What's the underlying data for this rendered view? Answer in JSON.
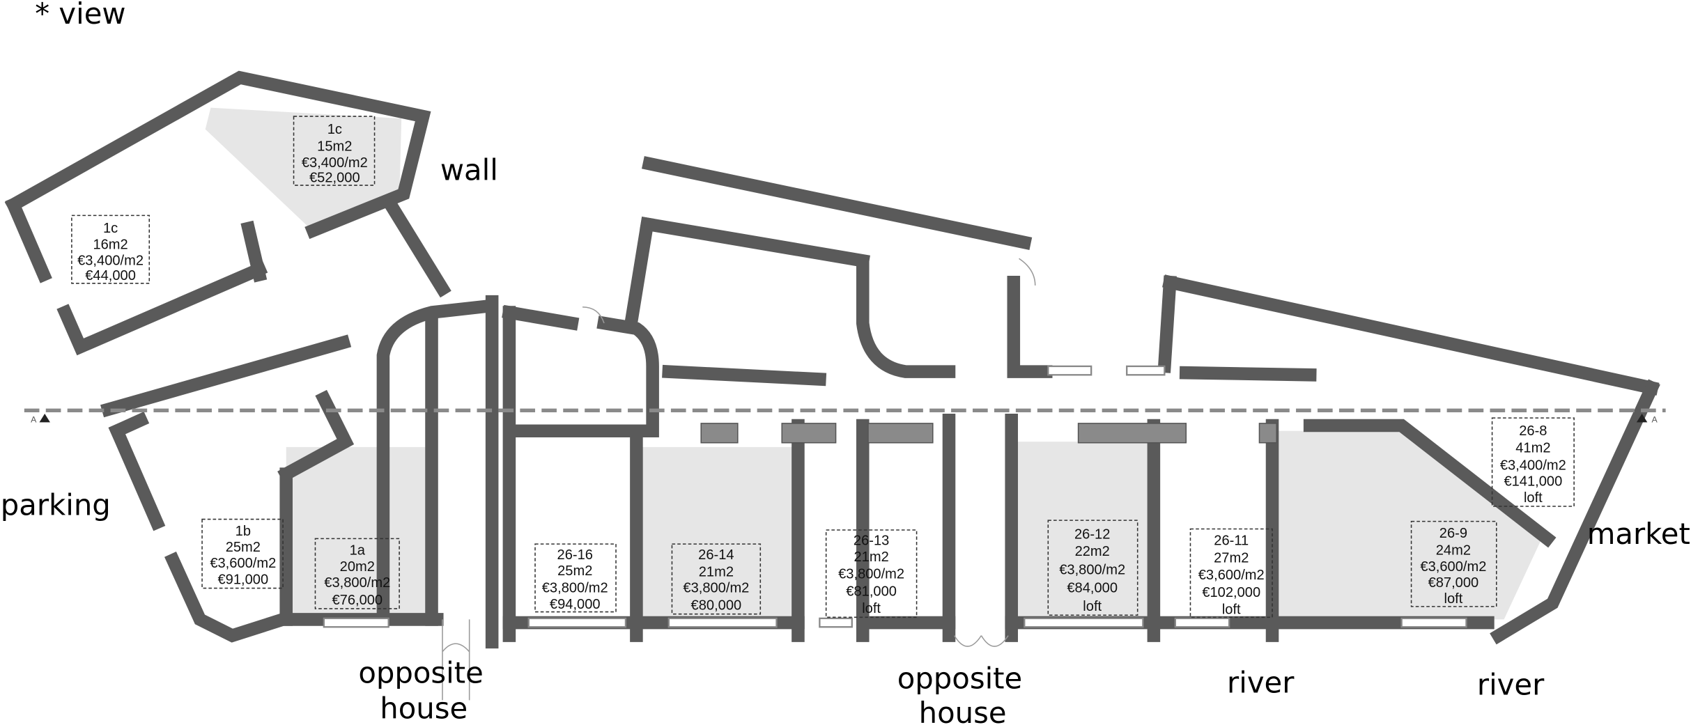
{
  "labels": {
    "view": "* view",
    "wall": "wall",
    "parking": "parking",
    "opposite_house_1": [
      "opposite",
      "house"
    ],
    "opposite_house_2": [
      "opposite",
      "house"
    ],
    "river_1": "river",
    "river_2": "river",
    "market": "market",
    "section_marker": "A"
  },
  "units": [
    {
      "id": "1c",
      "area": "15m2",
      "price_per_m2": "€3,400/m2",
      "price": "€52,000",
      "note": ""
    },
    {
      "id": "1c",
      "area": "16m2",
      "price_per_m2": "€3,400/m2",
      "price": "€44,000",
      "note": ""
    },
    {
      "id": "1b",
      "area": "25m2",
      "price_per_m2": "€3,600/m2",
      "price": "€91,000",
      "note": ""
    },
    {
      "id": "1a",
      "area": "20m2",
      "price_per_m2": "€3,800/m2",
      "price": "€76,000",
      "note": ""
    },
    {
      "id": "26-16",
      "area": "25m2",
      "price_per_m2": "€3,800/m2",
      "price": "€94,000",
      "note": ""
    },
    {
      "id": "26-14",
      "area": "21m2",
      "price_per_m2": "€3,800/m2",
      "price": "€80,000",
      "note": ""
    },
    {
      "id": "26-13",
      "area": "21m2",
      "price_per_m2": "€3,800/m2",
      "price": "€81,000",
      "note": "loft"
    },
    {
      "id": "26-12",
      "area": "22m2",
      "price_per_m2": "€3,800/m2",
      "price": "€84,000",
      "note": "loft"
    },
    {
      "id": "26-11",
      "area": "27m2",
      "price_per_m2": "€3,600/m2",
      "price": "€102,000",
      "note": "loft"
    },
    {
      "id": "26-9",
      "area": "24m2",
      "price_per_m2": "€3,600/m2",
      "price": "€87,000",
      "note": "loft"
    },
    {
      "id": "26-8",
      "area": "41m2",
      "price_per_m2": "€3,400/m2",
      "price": "€141,000",
      "note": "loft"
    }
  ]
}
